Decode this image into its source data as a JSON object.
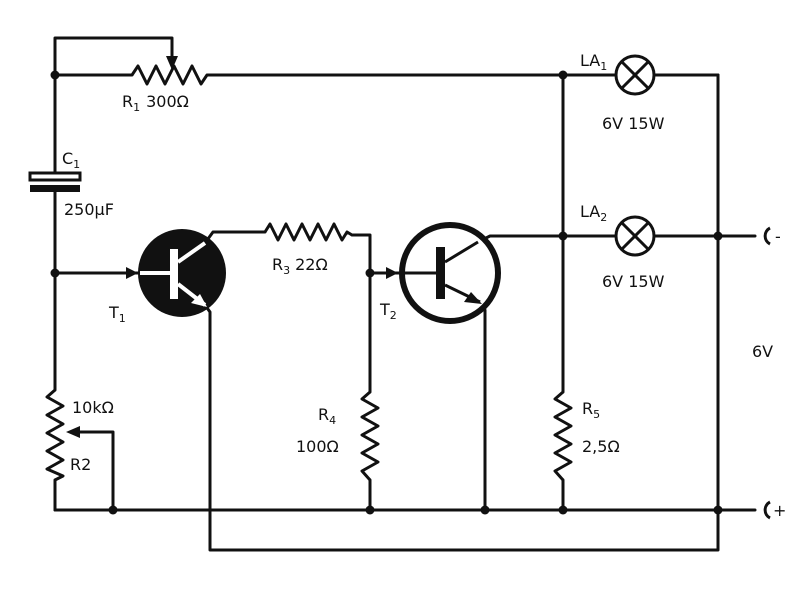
{
  "components": {
    "r1": {
      "ref": "R",
      "sub": "1",
      "value": "300Ω"
    },
    "c1": {
      "ref": "C",
      "sub": "1",
      "value": "250µF"
    },
    "t1": {
      "ref": "T",
      "sub": "1"
    },
    "r3": {
      "ref": "R",
      "sub": "3",
      "value": "22Ω"
    },
    "t2": {
      "ref": "T",
      "sub": "2"
    },
    "la1": {
      "ref": "LA",
      "sub": "1",
      "value": "6V 15W"
    },
    "la2": {
      "ref": "LA",
      "sub": "2",
      "value": "6V 15W"
    },
    "r2": {
      "ref": "R2",
      "value": "10kΩ"
    },
    "r4": {
      "ref": "R",
      "sub": "4",
      "value": "100Ω"
    },
    "r5": {
      "ref": "R",
      "sub": "5",
      "value": "2,5Ω"
    }
  },
  "supply": {
    "voltage": "6V",
    "negative": "-",
    "positive": "+"
  },
  "colors": {
    "ink": "#111111",
    "paper": "#ffffff"
  }
}
